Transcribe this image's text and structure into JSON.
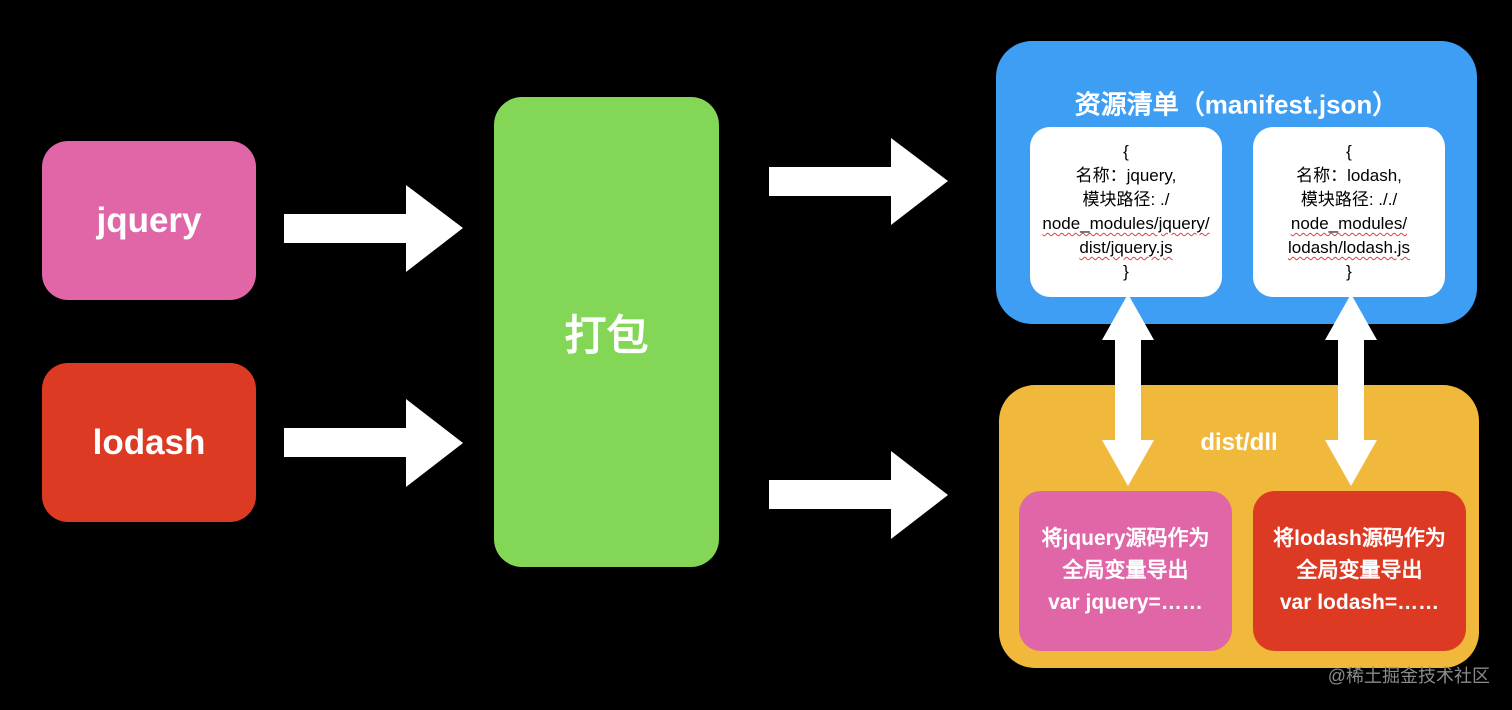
{
  "sources": {
    "jquery_label": "jquery",
    "lodash_label": "lodash"
  },
  "pack": {
    "label": "打包"
  },
  "manifest": {
    "title": "资源清单（manifest.json）",
    "cards": [
      {
        "lines": [
          "{",
          "名称：jquery,",
          "模块路径: ./",
          "node_modules/jquery/",
          "dist/jquery.js",
          "}"
        ]
      },
      {
        "lines": [
          "{",
          "名称：lodash,",
          "模块路径: ././",
          "node_modules/",
          "lodash/lodash.js",
          "}"
        ]
      }
    ]
  },
  "dist": {
    "title": "dist/dll",
    "exports": [
      {
        "lines": [
          "将jquery源码作为",
          "全局变量导出",
          "var jquery=……"
        ]
      },
      {
        "lines": [
          "将lodash源码作为",
          "全局变量导出",
          "var lodash=……"
        ]
      }
    ]
  },
  "watermark": "@稀土掘金技术社区",
  "colors": {
    "background": "#000000",
    "jquery": "#e066a8",
    "lodash": "#dd3a24",
    "pack": "#84d656",
    "manifest_panel": "#3e9ef3",
    "dist_panel": "#f0b93b",
    "arrow": "#ffffff"
  }
}
